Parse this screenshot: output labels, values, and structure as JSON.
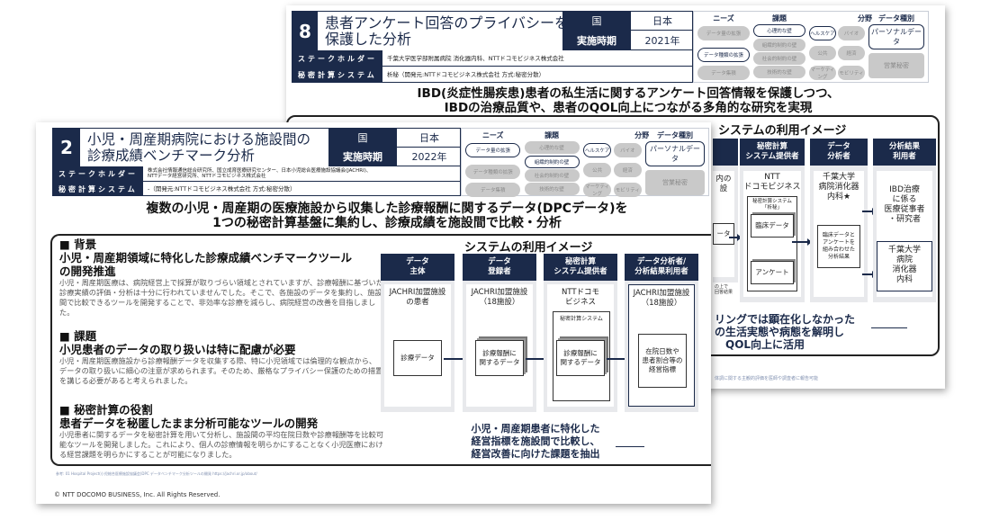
{
  "colors": {
    "navy": "#1b2a4a",
    "inactive_tag": "#c9c9c9"
  },
  "tag_headers": [
    "ニーズ",
    "課題",
    "分野",
    "データ種別"
  ],
  "back": {
    "number": "8",
    "title": [
      "患者アンケート回答のプライバシーを",
      "保護した分析"
    ],
    "country_label": "国",
    "country": "日本",
    "period_label": "実施時期",
    "period": "2021年",
    "stakeholder_label": "ステークホルダー",
    "stakeholder": "千葉大学医学部附属病院 消化器内科、NTTドコモビジネス株式会社",
    "system_label": "秘密計算システム",
    "system": "析秘（開発元:NTTドコモビジネス株式会社 方式:秘密分散）",
    "tags": {
      "needs": [
        {
          "t": "データ量の拡張",
          "on": false
        },
        {
          "t": "データ種類の拡張",
          "on": true
        },
        {
          "t": "データ集積",
          "on": false
        }
      ],
      "issues": [
        {
          "t": "心理的な壁",
          "on": true
        },
        {
          "t": "組織的制約の壁",
          "on": false
        },
        {
          "t": "社会的制約の壁",
          "on": false
        },
        {
          "t": "技術的な壁",
          "on": false
        }
      ],
      "fields": [
        {
          "t": "ヘルスケア",
          "on": true
        },
        {
          "t": "バイオ",
          "on": false
        },
        {
          "t": "公共",
          "on": false
        },
        {
          "t": "経済",
          "on": false
        },
        {
          "t": "マーケティング",
          "on": false
        },
        {
          "t": "モビリティ",
          "on": false
        }
      ],
      "types": [
        {
          "t": "パーソナルデータ",
          "on": true
        },
        {
          "t": "営業秘密",
          "on": false
        }
      ]
    },
    "subtitle": [
      "IBD(炎症性腸疾患)患者の私生活に関するアンケート回答情報を保護しつつ、",
      "IBDの治療品質や、患者のQOL向上につながる多角的な研究を実現"
    ],
    "diagram_title": "システムの利用イメージ",
    "columns": [
      {
        "head": "秘密計算\nシステム提供者",
        "who": "NTT\nドコモビジネス"
      },
      {
        "head": "データ\n分析者",
        "who": "千葉大学\n病院消化器\n内科★"
      },
      {
        "head": "分析結果\n利用者",
        "who": ""
      }
    ],
    "partial_col": "内の\n設",
    "partial_doc": "ータ",
    "partial_note": "の上で\n回答結果",
    "system_box": "秘密計算システム\n「析秘」",
    "doc_clinical": "臨床データ",
    "doc_survey": "アンケート",
    "doc_result": "臨床データと\nアンケートを\n組み合わせた\n分析結果",
    "user1": "IBD治療\nに係る\n医療従事者\n・研究者",
    "user2": "千葉大学\n病院\n消化器\n内科",
    "caption": [
      "リングでは顕在化しなかった",
      "の生活実態や病態を解明し",
      "QOL向上に活用"
    ],
    "footnote": "体調に関する主観的評価を医師や調査者に報告可能"
  },
  "front": {
    "number": "2",
    "title": [
      "小児・周産期病院における施設間の",
      "診療成績ベンチマーク分析"
    ],
    "country_label": "国",
    "country": "日本",
    "period_label": "実施時期",
    "period": "2022年",
    "stakeholder_label": "ステークホルダー",
    "stakeholder": "株式会社情報通信総合研究所、国立成育医療研究センター、日本小児総合医療施設協議会(JACHRI)、\nNTTデータ経営研究所、NTTドコモビジネス株式会社",
    "system_label": "秘密計算システム",
    "system": "-（開発元:NTTドコモビジネス株式会社 方式:秘密分散）",
    "tags": {
      "needs": [
        {
          "t": "データ量の拡張",
          "on": true
        },
        {
          "t": "データ種類の拡張",
          "on": false
        },
        {
          "t": "データ集積",
          "on": false
        }
      ],
      "issues": [
        {
          "t": "心理的な壁",
          "on": false
        },
        {
          "t": "組織的制約の壁",
          "on": true
        },
        {
          "t": "社会的制約の壁",
          "on": false
        },
        {
          "t": "技術的な壁",
          "on": false
        }
      ],
      "fields": [
        {
          "t": "ヘルスケア",
          "on": true
        },
        {
          "t": "バイオ",
          "on": false
        },
        {
          "t": "公共",
          "on": false
        },
        {
          "t": "経済",
          "on": false
        },
        {
          "t": "マーケティング",
          "on": false
        },
        {
          "t": "モビリティ",
          "on": false
        }
      ],
      "types": [
        {
          "t": "パーソナルデータ",
          "on": true
        },
        {
          "t": "営業秘密",
          "on": false
        }
      ]
    },
    "subtitle": [
      "複数の小児・周産期の医療施設から収集した診療報酬に関するデータ(DPCデータ)を",
      "1つの秘密計算基盤に集約し、診療成績を施設間で比較・分析"
    ],
    "sections": [
      {
        "h": "■ 背景",
        "lead": "小児・周産期領域に特化した診療成績ベンチマークツール\nの開発推進",
        "text": "小児・周産期医療は、病院経営上で採算が取りづらい領域とされていますが、診療報酬に基づいた診療実績の評価・分析は十分に行われていませんでした。そこで、各施設のデータを集約し、施設間で比較できるツールを開発することで、非効率な診療を減らし、病院経営の改善を目指しました。"
      },
      {
        "h": "■ 課題",
        "lead": "小児患者のデータの取り扱いは特に配慮が必要",
        "text": "小児・周産期医療施設から診療報酬データを収集する際、特に小児領域では倫理的な観点から、データの取り扱いに細心の注意が求められます。そのため、厳格なプライバシー保護のための措置を講じる必要があると考えられました。"
      },
      {
        "h": "■ 秘密計算の役割",
        "lead": "患者データを秘匿したまま分析可能なツールの開発",
        "text": "小児患者に関するデータを秘密計算を用いて分析し、施設間の平均在院日数や診療報酬等を比較可能なツールを開発しました。これにより、個人の診療情報を明らかにすることなく小児医療における経営課題を明らかにすることが可能になりました。"
      }
    ],
    "diagram_title": "システムの利用イメージ",
    "columns": [
      {
        "head": "データ\n主体",
        "who": "JACHRI加盟施設\nの患者",
        "doc": "診療データ"
      },
      {
        "head": "データ\n登録者",
        "who": "JACHRI加盟施設\n（18施設）",
        "doc": "診療報酬に\n関するデータ"
      },
      {
        "head": "秘密計算\nシステム提供者",
        "who": "NTTドコモ\nビジネス",
        "doc": "診療報酬に\n関するデータ"
      },
      {
        "head": "データ分析者/\n分析結果利用者",
        "who": "JACHRI加盟施設\n（18施設）",
        "doc": "在院日数や\n患者割合等の\n経営指標"
      }
    ],
    "system_box": "秘密計算システム",
    "caption": [
      "小児・周産期患者に特化した",
      "経営指標を施設間で比較し、",
      "経営改善に向けた課題を抽出"
    ],
    "footnote": "参考: 01 Hospital Project(小児総合医療施設協議会)DPC データベンチマーク分析ツールの開発 https://jachri.or.jp/about/",
    "copyright": "© NTT DOCOMO BUSINESS, Inc. All Rights Reserved."
  }
}
